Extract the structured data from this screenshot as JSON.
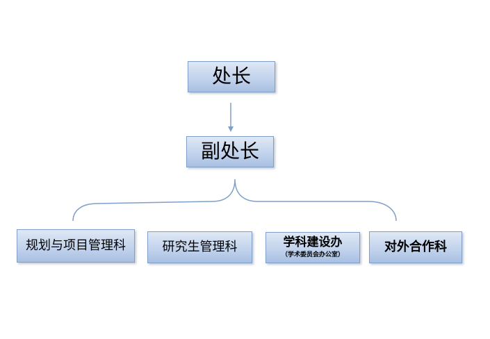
{
  "top": {
    "chief_label": "处长",
    "deputy_label": "副处长"
  },
  "departments": {
    "planning_label": "规划与项目管理科",
    "graduate_label": "研究生管理科",
    "discipline_label": "学科建设办",
    "discipline_sublabel": "（学术委员会办公室）",
    "foreign_label": "对外合作科"
  },
  "colors": {
    "box_fill": "#c2d3ec",
    "box_border": "#7f9fc8",
    "connector": "#7f9fc8"
  }
}
